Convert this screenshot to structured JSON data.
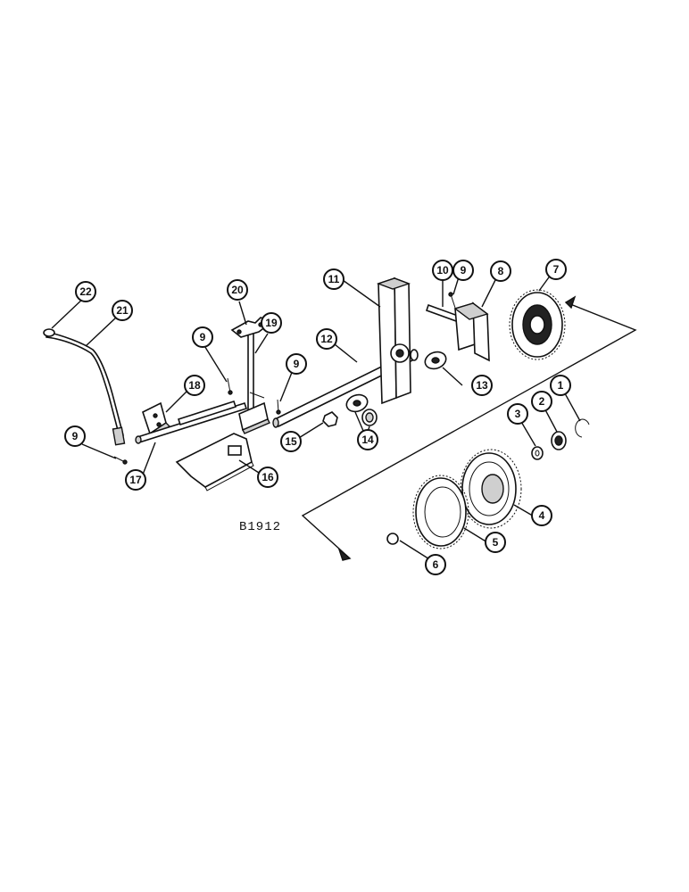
{
  "figure_ref": "B1912",
  "callouts": [
    "1",
    "2",
    "3",
    "4",
    "5",
    "6",
    "7",
    "8",
    "9",
    "10",
    "11",
    "12",
    "13",
    "14",
    "15",
    "16",
    "17",
    "18",
    "19",
    "20",
    "21",
    "22"
  ],
  "callout_9_repeat": [
    "9",
    "9",
    "9",
    "9"
  ]
}
